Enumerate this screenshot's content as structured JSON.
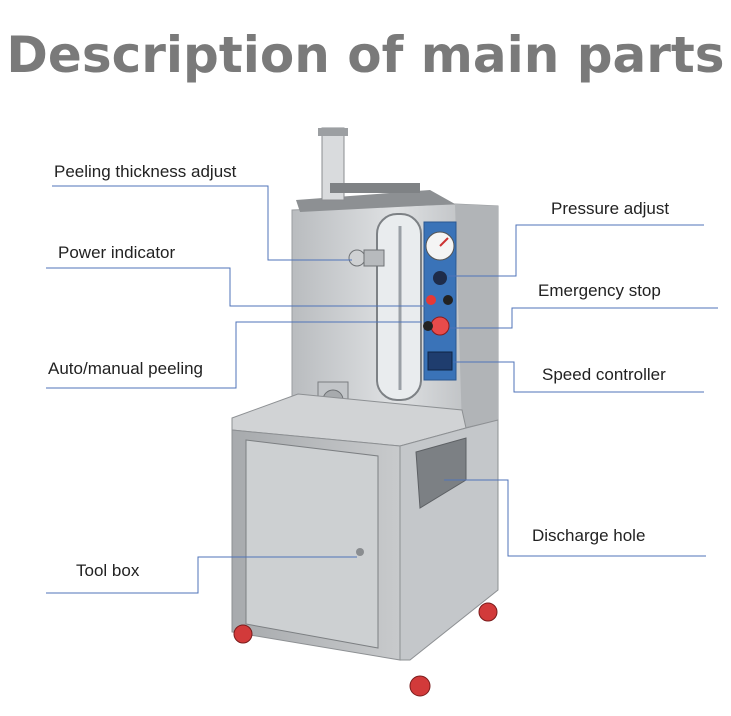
{
  "title": "Description of main parts",
  "colors": {
    "title": "#7a7a7a",
    "leader_line": "#4f73b8",
    "machine_steel": "#c9cbcd",
    "panel_blue": "#3a73b8",
    "wheel_red": "#d23a3a"
  },
  "parts": [
    {
      "id": "peeling-thickness-adjust",
      "label": "Peeling thickness adjust"
    },
    {
      "id": "power-indicator",
      "label": "Power indicator"
    },
    {
      "id": "auto-manual-peeling",
      "label": "Auto/manual peeling"
    },
    {
      "id": "tool-box",
      "label": "Tool box"
    },
    {
      "id": "pressure-adjust",
      "label": "Pressure adjust"
    },
    {
      "id": "emergency-stop",
      "label": "Emergency stop"
    },
    {
      "id": "speed-controller",
      "label": "Speed controller"
    },
    {
      "id": "discharge-hole",
      "label": "Discharge hole"
    }
  ]
}
